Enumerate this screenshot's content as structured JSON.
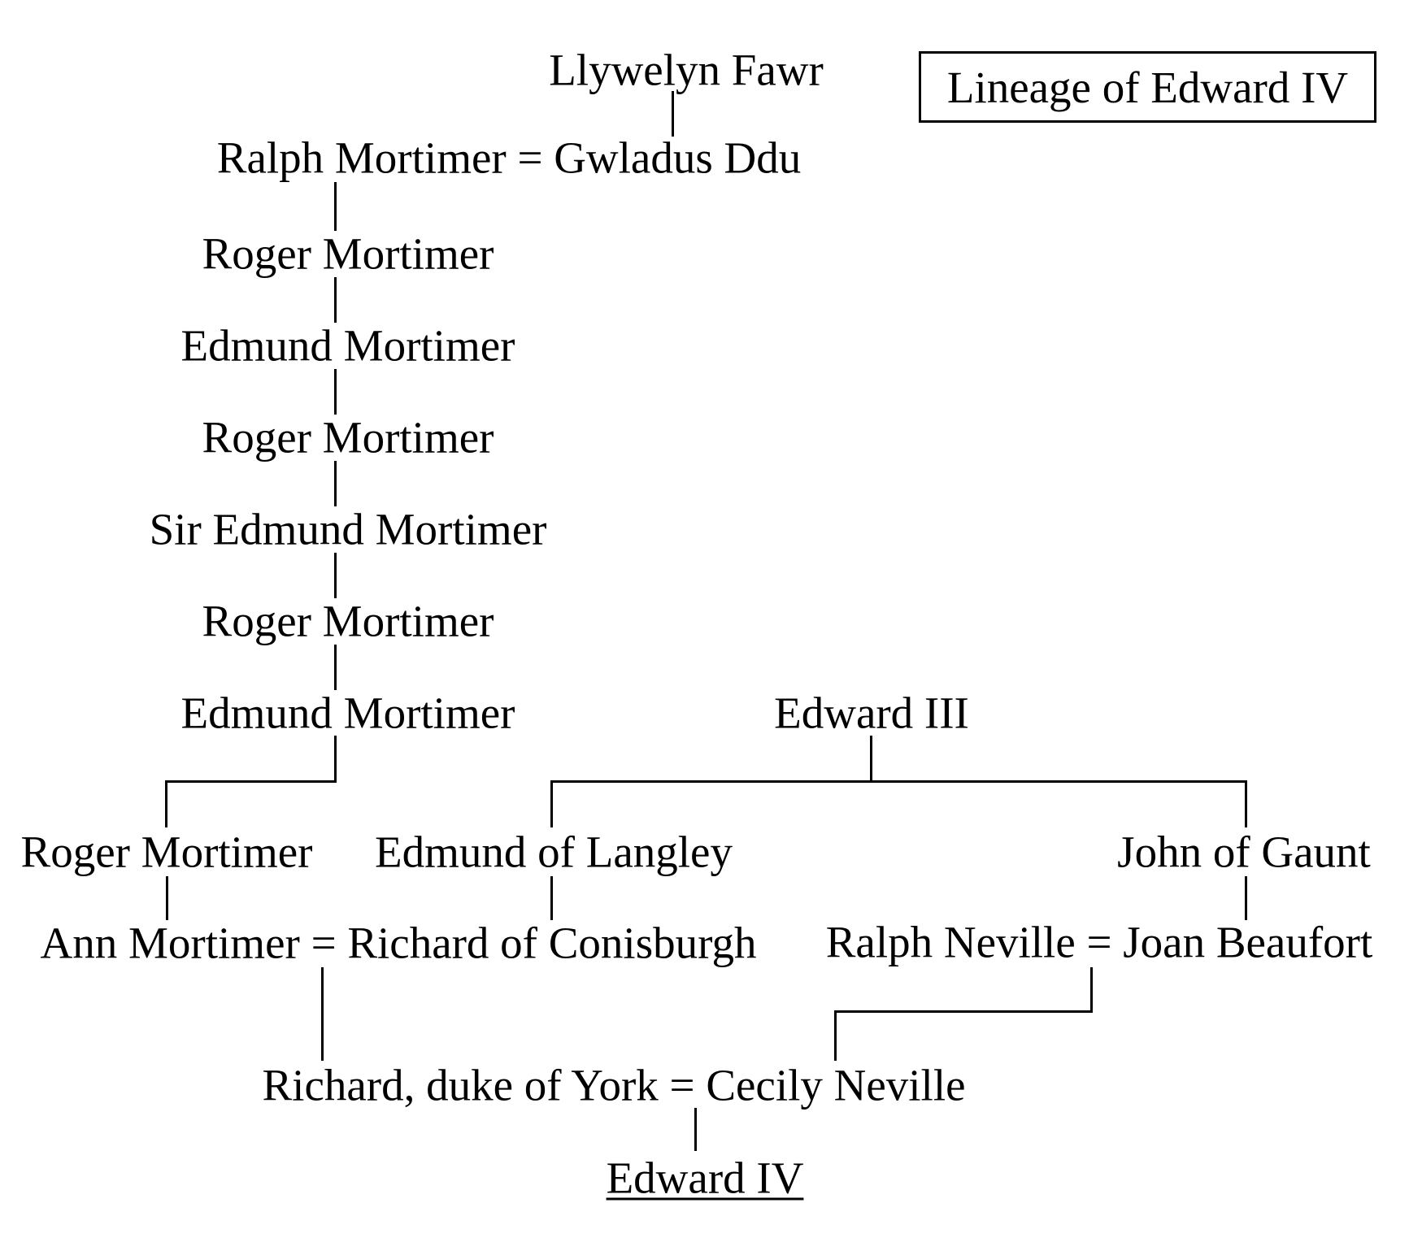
{
  "title_box": {
    "label": "Lineage of Edward IV"
  },
  "nodes": {
    "llywelyn": "Llywelyn Fawr",
    "ralph_gwladus": "Ralph Mortimer = Gwladus Ddu",
    "roger1": "Roger Mortimer",
    "edmund1": "Edmund Mortimer",
    "roger2": "Roger Mortimer",
    "sir_edmund": "Sir Edmund Mortimer",
    "roger3": "Roger Mortimer",
    "edmund2": "Edmund Mortimer",
    "edward3": "Edward III",
    "roger4": "Roger Mortimer",
    "langley": "Edmund of Langley",
    "gaunt": "John of Gaunt",
    "ann_richard": "Ann Mortimer = Richard of Conisburgh",
    "neville_joan": "Ralph Neville = Joan Beaufort",
    "york_cecily": "Richard, duke of York = Cecily Neville",
    "edward4": "Edward IV"
  },
  "colors": {
    "ink": "#000000",
    "background": "#ffffff"
  }
}
